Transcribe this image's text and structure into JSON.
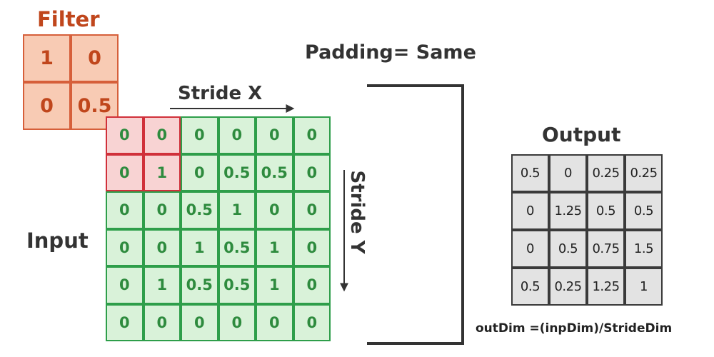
{
  "filter": {
    "title": "Filter",
    "cells": [
      [
        "1",
        "0"
      ],
      [
        "0",
        "0.5"
      ]
    ]
  },
  "padding_label": "Padding= Same",
  "stride_x_label": "Stride X",
  "stride_y_label": "Stride Y",
  "input": {
    "title": "Input",
    "cells": [
      [
        "0",
        "0",
        "0",
        "0",
        "0",
        "0"
      ],
      [
        "0",
        "1",
        "0",
        "0.5",
        "0.5",
        "0"
      ],
      [
        "0",
        "0",
        "0.5",
        "1",
        "0",
        "0"
      ],
      [
        "0",
        "0",
        "1",
        "0.5",
        "1",
        "0"
      ],
      [
        "0",
        "1",
        "0.5",
        "0.5",
        "1",
        "0"
      ],
      [
        "0",
        "0",
        "0",
        "0",
        "0",
        "0"
      ]
    ],
    "highlighted": [
      [
        0,
        0
      ],
      [
        0,
        1
      ],
      [
        1,
        0
      ],
      [
        1,
        1
      ]
    ]
  },
  "output": {
    "title": "Output",
    "cells": [
      [
        "0.5",
        "0",
        "0.25",
        "0.25"
      ],
      [
        "0",
        "1.25",
        "0.5",
        "0.5"
      ],
      [
        "0",
        "0.5",
        "0.75",
        "1.5"
      ],
      [
        "0.5",
        "0.25",
        "1.25",
        "1"
      ]
    ]
  },
  "formula": "outDim =(inpDim)/StrideDim",
  "colors": {
    "filter_text": "#c0461c",
    "filter_fill": "#f8cbb4",
    "input_fill": "#d9f2d9",
    "input_border": "#2e9e4a",
    "highlight_border": "#d0303a",
    "output_fill": "#e3e3e3"
  }
}
